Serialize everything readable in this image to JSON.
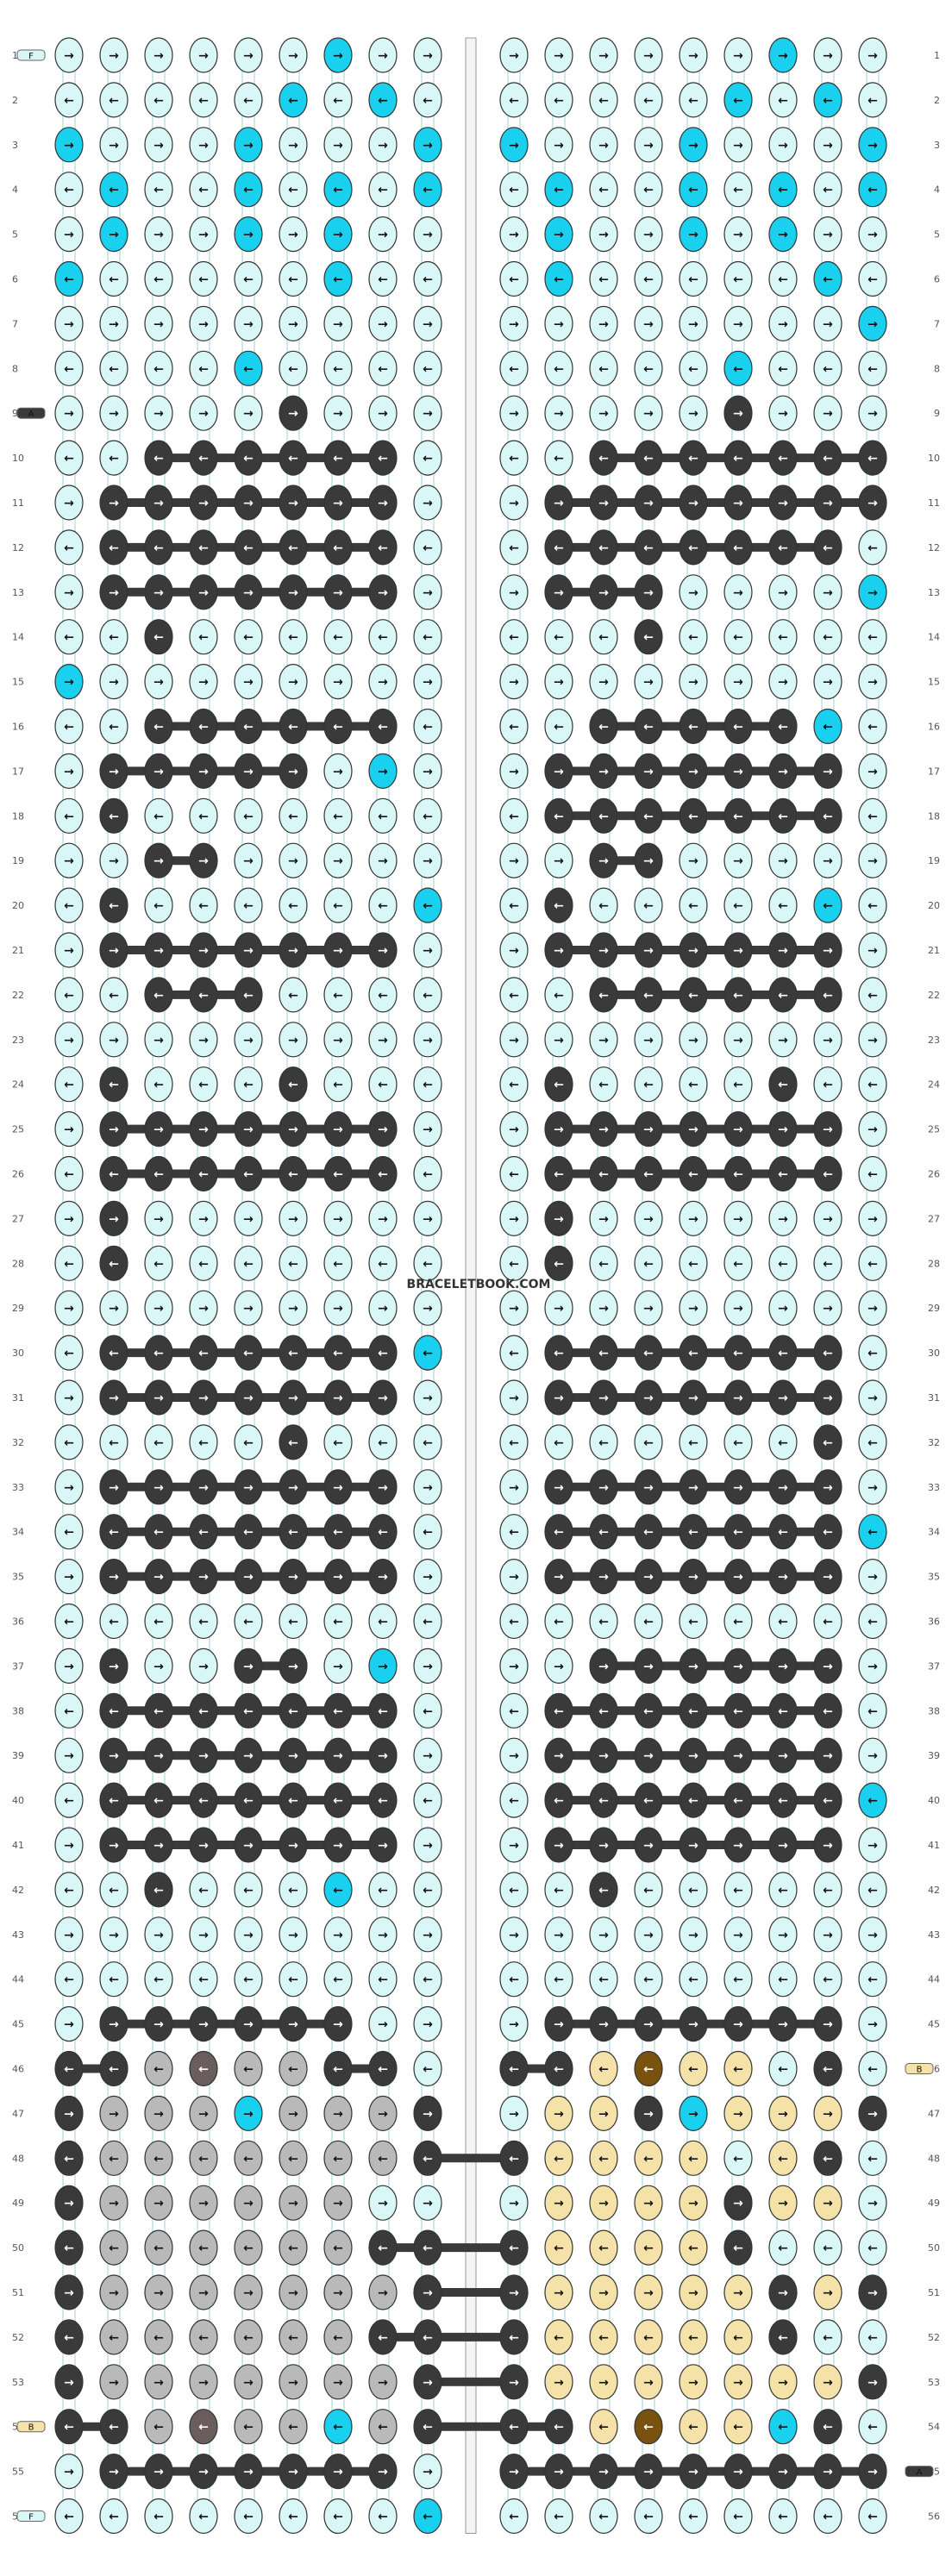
{
  "watermark": "BRACELETBOOK.COM",
  "rows": [
    "1",
    "2",
    "3",
    "4",
    "5",
    "6",
    "7",
    "8",
    "9",
    "10",
    "11",
    "12",
    "13",
    "14",
    "15",
    "16",
    "17",
    "18",
    "19",
    "20",
    "21",
    "22",
    "23",
    "24",
    "25",
    "26",
    "27",
    "28",
    "29",
    "30",
    "31",
    "32",
    "33",
    "34",
    "35",
    "36",
    "37",
    "38",
    "39",
    "40",
    "41",
    "42",
    "43",
    "44",
    "45",
    "46",
    "47",
    "48",
    "49",
    "50",
    "51",
    "52",
    "53",
    "54",
    "55",
    "56"
  ],
  "string_tags": {
    "left_top": "F",
    "left_mid": "A",
    "left_low": "B",
    "left_bottom": "F",
    "right_low": "B",
    "right_bottom": "A"
  },
  "colors": {
    "A": "#3a3a3a",
    "B": "#f5e2a8",
    "C": "#d9f7f7",
    "D": "#1ad0ef",
    "E": "#b9b9b9",
    "F": "#6b5d5d",
    "G": "#7a5210",
    "light_text": "#111111",
    "dark_text": "#ffffff"
  },
  "icons": {
    "right": "→",
    "left": "←"
  },
  "pattern": {
    "legend": "Each row string lists knots left-to-right: letter = color key, r/l = arrow direction",
    "grid": [
      "CrCrCrCrCrCrDrCrCr CrCrCrCrCrCrDrCrCr",
      "ClClClClClDlClDlCl ClClClClClDlClDlCl",
      "DrCrCrCrDrCrCrCrDr DrCrCrCrDrCrCrCrDr",
      "ClDlClClDlClDlClDl ClDlClClDlClDlClDl",
      "CrDrCrCrDrCrDrCrCr CrDrCrCrDrCrDrCrCr",
      "DlClClClClClDlClCl ClDlClClClClClDlCl",
      "CrCrCrCrCrCrCrCrCr CrCrCrCrCrCrCrCrDr",
      "ClClClClDlClClClCl ClClClClClDlClClCl",
      "CrCrCrCrCrArCrCrCr CrCrCrCrCrArCrCrCr",
      "ClClAlAlAlAlAlAlCl ClClAlAlAlAlAlAlAl",
      "CrArArArArArArArCr CrArArArArArArArAr",
      "ClAlAlAlAlAlAlAlCl ClAlAlAlAlAlAlAlCl",
      "CrArArArArArArArCr CrArArArCrCrCrCrDr",
      "ClClAlClClClClClCl ClClClAlClClClClCl",
      "DrCrCrCrCrCrCrCrCr CrCrCrCrCrCrCrCrCr",
      "ClClAlAlAlAlAlAlCl ClClAlAlAlAlAlDlCl",
      "CrArArArArArCrDrCr CrArArArArArArArCr",
      "ClAlClClClClClClCl ClAlAlAlAlAlAlAlCl",
      "CrCrArArCrCrCrCrCr CrCrArArCrCrCrCrCr",
      "ClAlClClClClClClDl ClAlClClClClClDlCl",
      "CrArArArArArArArCr CrArArArArArArArCr",
      "ClClAlAlAlClClClCl ClClAlAlAlAlAlAlCl",
      "CrCrCrCrCrCrCrCrCr CrCrCrCrCrCrCrCrCr",
      "ClAlClClClAlClClCl ClAlClClClClAlClCl",
      "CrArArArArArArArCr CrArArArArArArArCr",
      "ClAlAlAlAlAlAlAlCl ClAlAlAlAlAlAlAlCl",
      "CrArCrCrCrCrCrCrCr CrArCrCrCrCrCrCrCr",
      "ClAlClClClClClClCl ClAlClClClClClClCl",
      "CrCrCrCrCrCrCrCrCr CrCrCrCrCrCrCrCrCr",
      "ClAlAlAlAlAlAlAlDl ClAlAlAlAlAlAlAlCl",
      "CrArArArArArArArCr CrArArArArArArArCr",
      "ClClClClClAlClClCl ClClClClClClClAlCl",
      "CrArArArArArArArCr CrArArArArArArArCr",
      "ClAlAlAlAlAlAlAlCl ClAlAlAlAlAlAlAlDl",
      "CrArArArArArArArCr CrArArArArArArArCr",
      "ClClClClClClClClCl ClClClClClClClClCl",
      "CrArCrCrArArCrDrCr CrCrArArArArArArCr",
      "ClAlAlAlAlAlAlAlCl ClAlAlAlAlAlAlAlCl",
      "CrArArArArArArArCr CrArArArArArArArCr",
      "ClAlAlAlAlAlAlAlCl ClAlAlAlAlAlAlAlDl",
      "CrArArArArArArArCr CrArArArArArArArCr",
      "ClClAlClClClDlClCl ClClAlClClClClClCl",
      "CrCrCrCrCrCrCrCrCr CrCrCrCrCrCrCrCrCr",
      "ClClClClClClClClCl ClClClClClClClClCl",
      "CrArArArArArArCrCr CrArArArArArArArCr",
      "AlAlElFlElElAlAlCl AlAlBlGlBlBlClAlCl",
      "ArErErErDrErErErAr CrBrBrArDrBrBrBrAr",
      "AlElElElElElElElAl AlBlBlBlBlClBlAlCl",
      "ArErErErErErErCrCr CrBrBrBrBrArBrBrCr",
      "AlElElElElElElAlAl AlBlBlBlBlAlClClCl",
      "ArErErErErErErErAr ArBrBrBrBrBrArBrAr",
      "AlElElElElElElAlAl AlBlBlBlBlBlAlClCl",
      "ArErErErErErErErAr ArBrBrBrBrBrBrBrAr",
      "AlAlElFlElElDlElAl AlAlBlGlBlBlDlAlCl",
      "CrArArArArArArArCr ArArArArArArArArAr",
      "ClClClClClClClClDl ClClClClClClClClCl"
    ]
  }
}
